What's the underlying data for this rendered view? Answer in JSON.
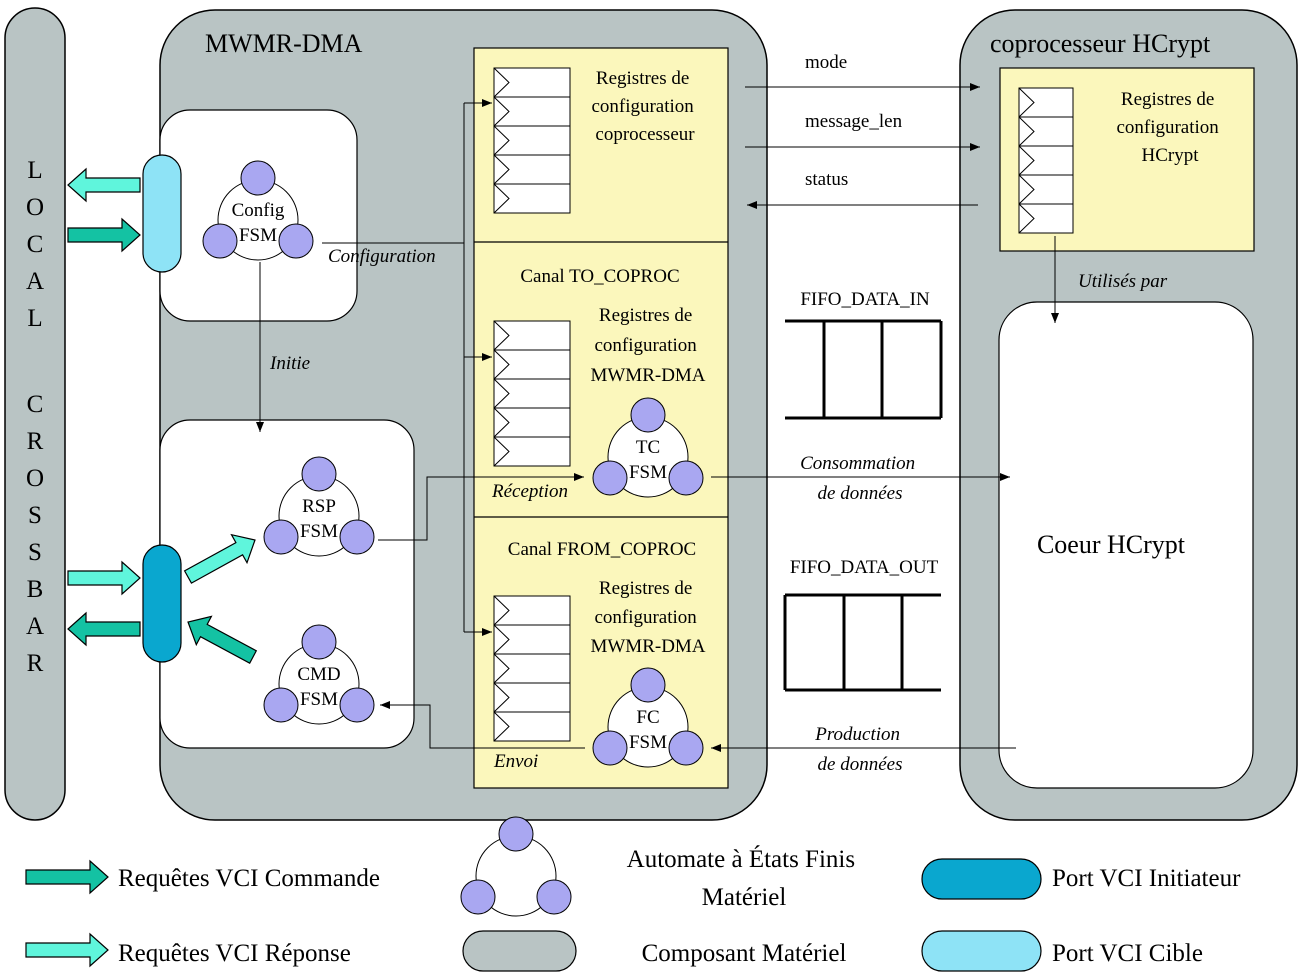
{
  "crossbar": {
    "letters_top": [
      "L",
      "O",
      "C",
      "A",
      "L"
    ],
    "letters_bottom": [
      "C",
      "R",
      "O",
      "S",
      "S",
      "B",
      "A",
      "R"
    ]
  },
  "mwmr": {
    "title": "MWMR-DMA",
    "config_fsm": [
      "Config",
      "FSM"
    ],
    "configuration_label": "Configuration",
    "initie_label": "Initie",
    "rsp_fsm": [
      "RSP",
      "FSM"
    ],
    "cmd_fsm": [
      "CMD",
      "FSM"
    ],
    "coproc_regs": [
      "Registres de",
      "configuration",
      "coprocesseur"
    ],
    "to_coproc_title": "Canal TO_COPROC",
    "to_coproc_regs": [
      "Registres de",
      "configuration",
      "MWMR-DMA"
    ],
    "tc_fsm": [
      "TC",
      "FSM"
    ],
    "reception_label": "Réception",
    "from_coproc_title": "Canal FROM_COPROC",
    "from_coproc_regs": [
      "Registres de",
      "configuration",
      "MWMR-DMA"
    ],
    "fc_fsm": [
      "FC",
      "FSM"
    ],
    "envoi_label": "Envoi"
  },
  "signals": {
    "mode": "mode",
    "message_len": "message_len",
    "status": "status",
    "fifo_in": "FIFO_DATA_IN",
    "fifo_out": "FIFO_DATA_OUT",
    "consommation": [
      "Consommation",
      "de données"
    ],
    "production": [
      "Production",
      "de données"
    ]
  },
  "hcrypt": {
    "title": "coprocesseur HCrypt",
    "regs": [
      "Registres de",
      "configuration",
      "HCrypt"
    ],
    "utilises_label": "Utilisés par",
    "core": "Coeur HCrypt"
  },
  "legend": {
    "cmd_req": "Requêtes VCI Commande",
    "rsp_req": "Requêtes VCI Réponse",
    "fsm": [
      "Automate à États Finis",
      "Matériel"
    ],
    "component": "Composant Matériel",
    "initiator_port": "Port VCI Initiateur",
    "target_port": "Port VCI Cible"
  },
  "colors": {
    "component": "#b9c4c4",
    "register_area": "#fbf7bc",
    "fsm_node": "#a9a7f1",
    "initiator_port": "#0aa7cf",
    "target_port": "#8ee3f6",
    "cmd_arrow": "#14c2a3",
    "rsp_arrow": "#5ff5dc"
  }
}
